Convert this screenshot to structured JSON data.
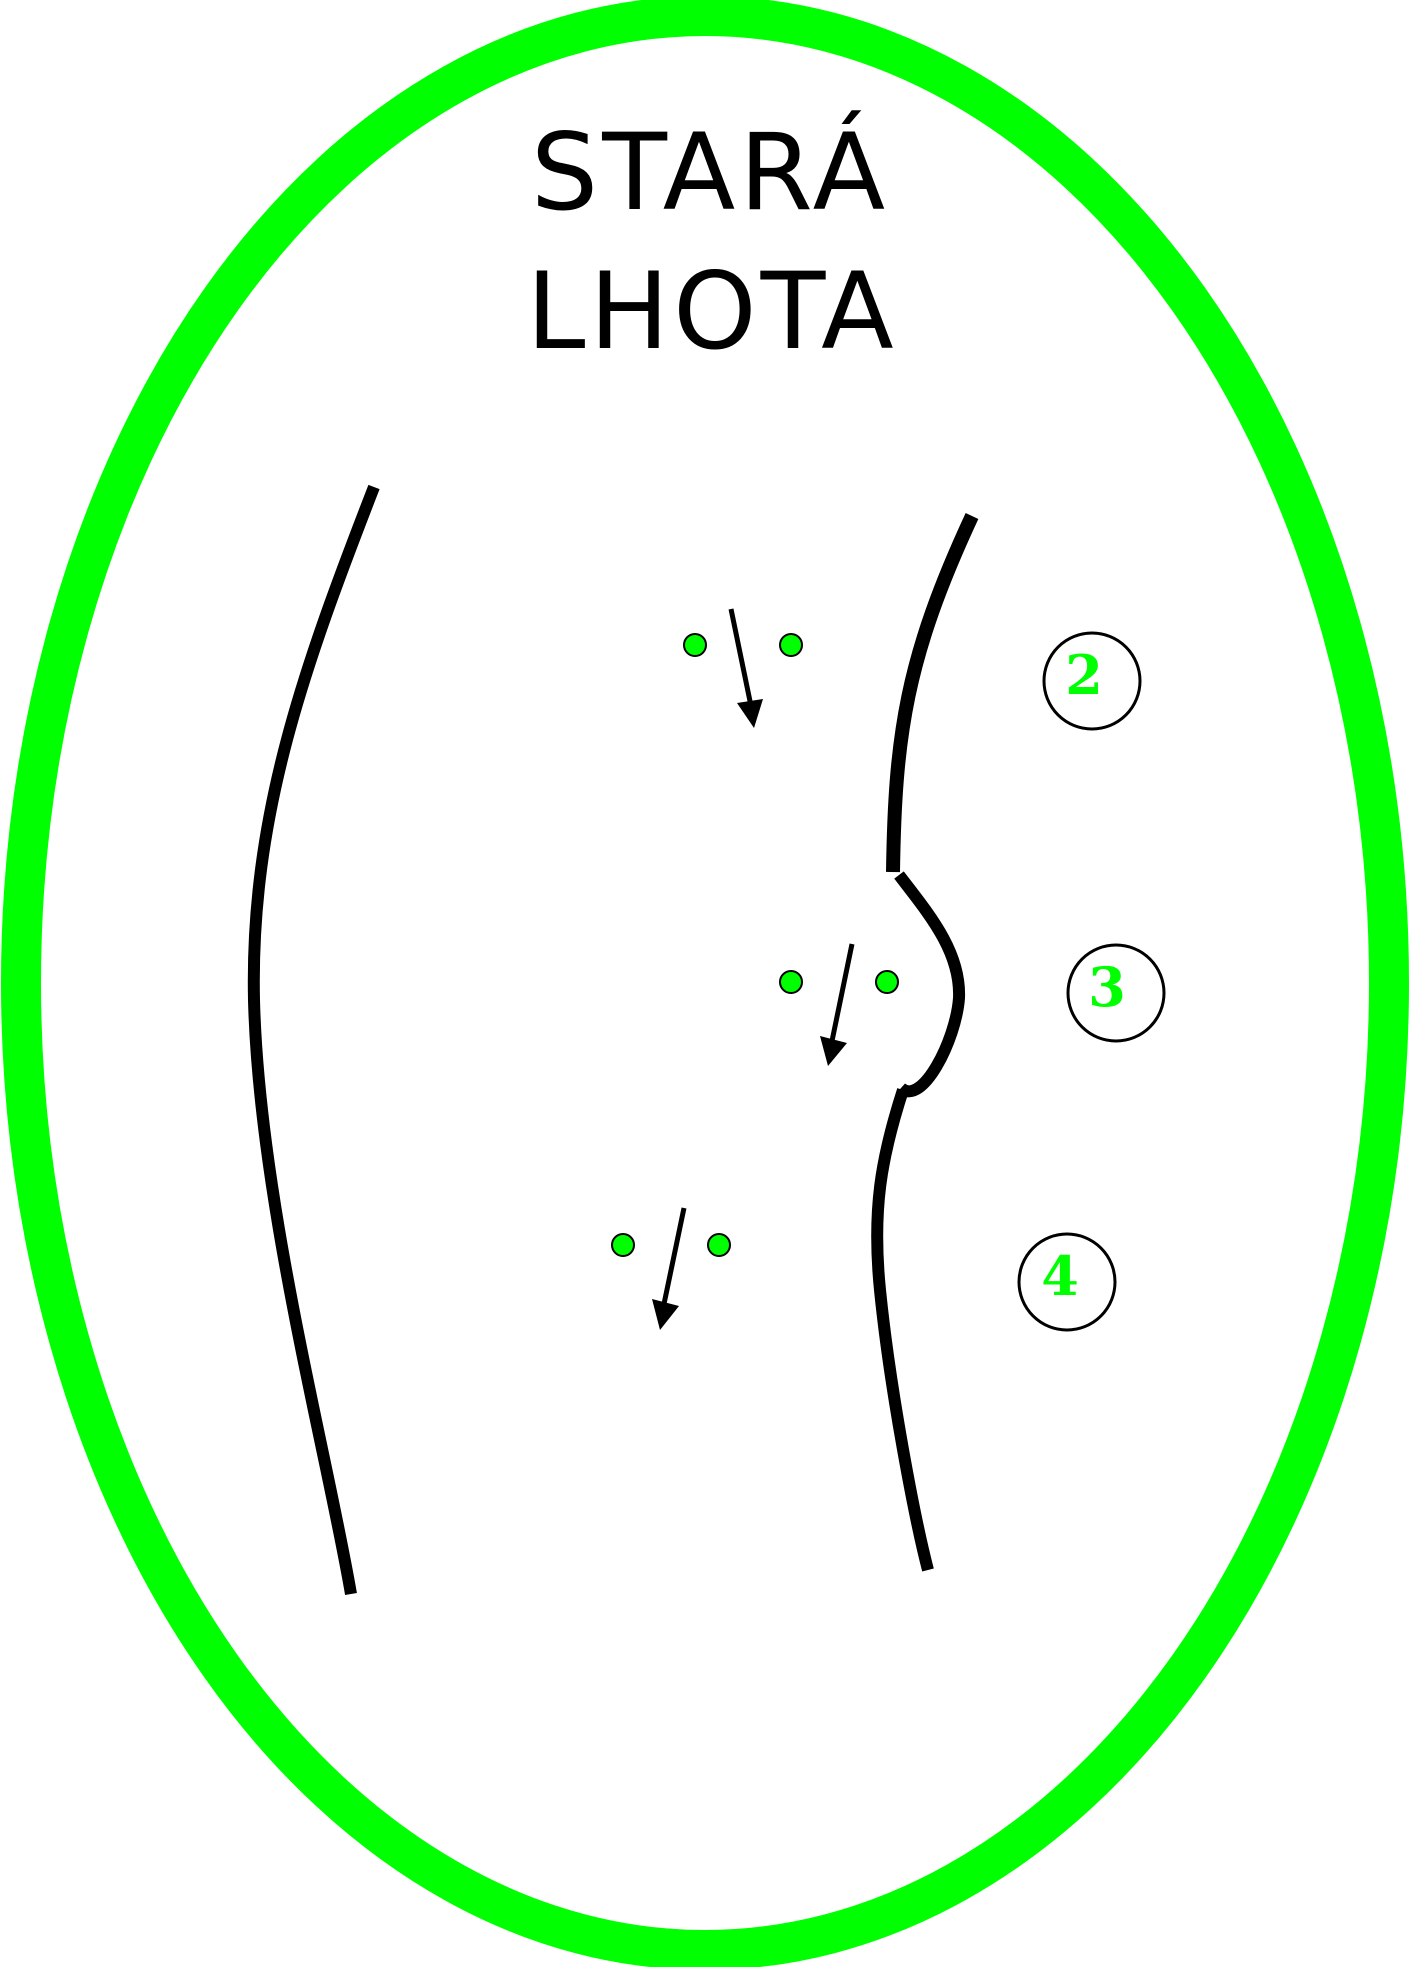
{
  "title": {
    "line1": "STARÁ",
    "line2": "LHOTA"
  },
  "colors": {
    "border": "#00ff00",
    "marker": "#00ff00",
    "line": "#000000",
    "badge_number": "#00ff00"
  },
  "stations": [
    {
      "number": "2"
    },
    {
      "number": "3"
    },
    {
      "number": "4"
    }
  ],
  "icons": [
    "arrow-icon",
    "marker-dot-icon",
    "numbered-circle-icon"
  ]
}
